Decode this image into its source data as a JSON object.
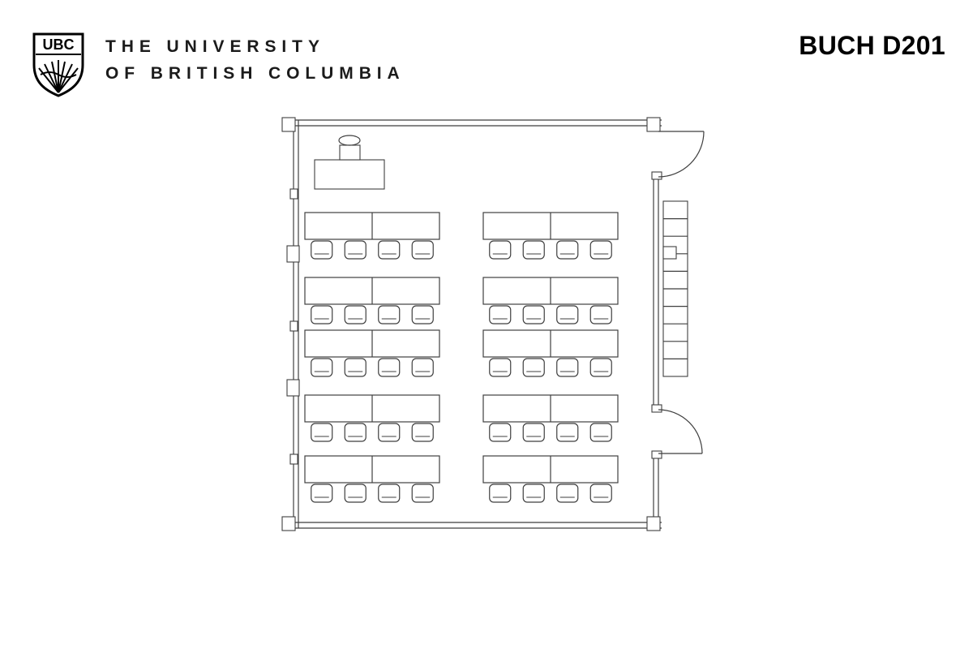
{
  "header": {
    "logo_text": "UBC",
    "university_line1": "THE UNIVERSITY",
    "university_line2": "OF BRITISH COLUMBIA",
    "room_title": "BUCH D201"
  },
  "floorplan": {
    "room_label": "BUCH D201",
    "table_rows": 5,
    "table_columns": 2,
    "chairs_per_table": 4,
    "total_tables": 10,
    "total_seats": 40,
    "line_color": "#3f3f3f"
  }
}
